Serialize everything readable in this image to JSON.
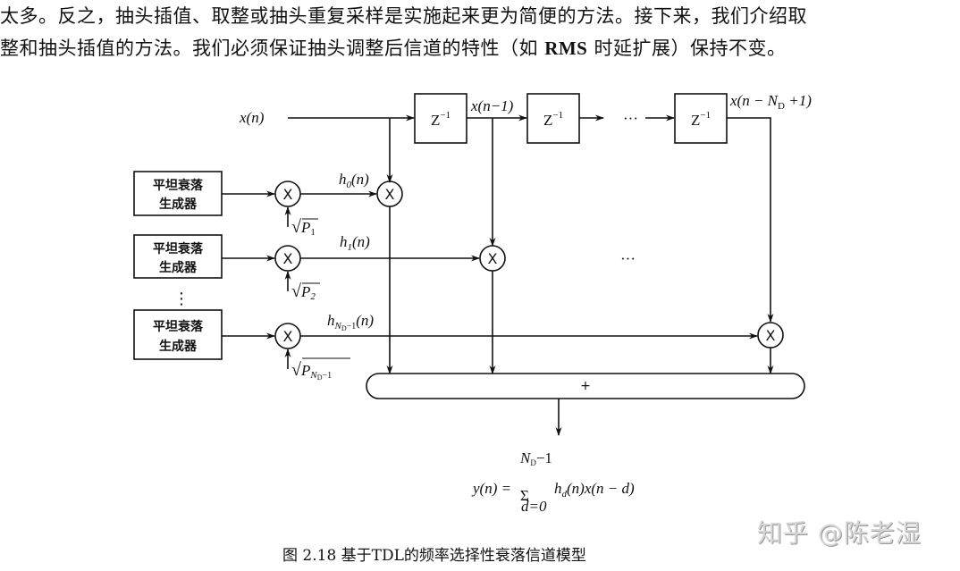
{
  "paragraph": {
    "line1": "太多。反之，抽头插值、取整或抽头重复采样是实施起来更为简便的方法。接下来，我们介绍取",
    "line2_pre": "整和抽头插值的方法。我们必须保证抽头调整后信道的特性（如 ",
    "line2_bold": "RMS",
    "line2_post": " 时延扩展）保持不变。"
  },
  "diagram": {
    "input_label": "x(n)",
    "delay_block_label": "Z",
    "delay_block_exponent": "−1",
    "tap1_label": "x(n−1)",
    "last_tap_label_pre": "x(n − N",
    "last_tap_label_sub": "D",
    "last_tap_label_post": " +1)",
    "ellipsis": "···",
    "generator_line1": "平坦衰落",
    "generator_line2": "生成器",
    "vertical_ellipsis": "⋮",
    "multiplier_symbol": "X",
    "h0_label": "h",
    "h0_sub": "0",
    "h1_sub": "1",
    "hN_sub": "N",
    "hN_subsub": "D",
    "hN_tail": "−1",
    "h_arg": "(n)",
    "sqrt_symbol": "√",
    "p1_label": "P",
    "p1_sub": "1",
    "p2_sub": "2",
    "pN_sub": "N",
    "pN_subsub": "D",
    "pN_tail": "−1",
    "adder_symbol": "+",
    "output_formula": {
      "lhs": "y(n) =",
      "sum": "Σ",
      "upper_limit_pre": "N",
      "upper_limit_sub": "D",
      "upper_limit_post": "−1",
      "lower_limit": "d=0",
      "body_h": "h",
      "body_h_sub": "d",
      "body_rest": "(n)x(n − d)"
    }
  },
  "caption": "图 2.18   基于TDL的频率选择性衰落信道模型",
  "watermark": "知乎 @陈老湿"
}
